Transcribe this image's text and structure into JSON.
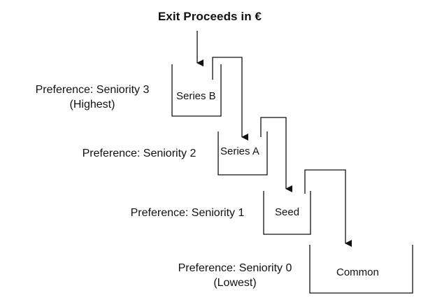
{
  "diagram": {
    "title": "Exit Proceeds in €",
    "tiers": [
      {
        "name": "Series B",
        "preference_line1": "Preference: Seniority 3",
        "preference_line2": "(Highest)"
      },
      {
        "name": "Series A",
        "preference_line1": "Preference: Seniority 2",
        "preference_line2": ""
      },
      {
        "name": "Seed",
        "preference_line1": "Preference: Seniority 1",
        "preference_line2": ""
      },
      {
        "name": "Common",
        "preference_line1": "Preference: Seniority 0",
        "preference_line2": "(Lowest)"
      }
    ]
  }
}
